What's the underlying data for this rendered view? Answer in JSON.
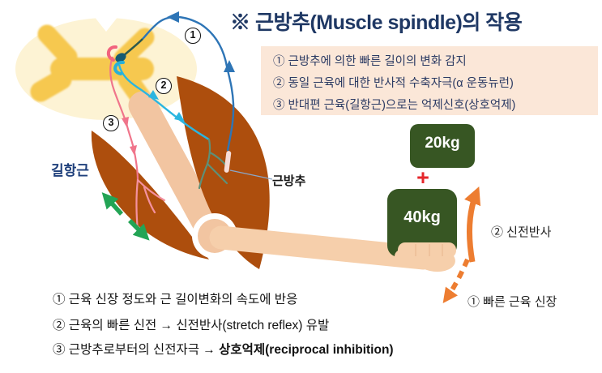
{
  "title": "※ 근방추(Muscle spindle)의 작용",
  "info_box": {
    "items": [
      "① 근방추에 의한 빠른 길이의 변화 감지",
      "② 동일 근육에 대한 반사적 수축자극(α 운동뉴런)",
      "③ 반대편 근육(길항근)으로는 억제신호(상호억제)"
    ]
  },
  "diagram": {
    "markers": [
      "1",
      "2",
      "3"
    ],
    "antagonist_label": "길항근",
    "spindle_label": "근방추",
    "weight_top": "20kg",
    "plus": "+",
    "weight_bottom": "40kg",
    "stretch_reflex_label": "② 신전반사",
    "fast_stretch_label": "① 빠른 근육 신장"
  },
  "footnotes": {
    "line1": "① 근육 신장 정도와 근 길이변화의 속도에 반응",
    "line2": "② 근육의 빠른 신전 → 신전반사(stretch reflex) 유발",
    "line3_prefix": "③ 근방추로부터의 신전자극 → ",
    "line3_bold": "상호억제(reciprocal inhibition)"
  },
  "colors": {
    "title_navy": "#1f3864",
    "info_box_bg": "#fbe7d8",
    "info_text": "#2b3a63",
    "weight_green": "#375623",
    "plus_red": "#e5262b",
    "muscle_brown": "#ad4e0d",
    "bone_peach": "#f2c5a1",
    "forearm_peach": "#f6cfab",
    "afferent_blue": "#2e75b6",
    "motor_cyan": "#2ab5e0",
    "inhibitory_pink": "#f0758b",
    "arrow_orange": "#ed7d31",
    "stretch_green": "#23a455",
    "cord_cream": "#fdf3d4",
    "gray_matter_gold": "#f6c84f"
  }
}
